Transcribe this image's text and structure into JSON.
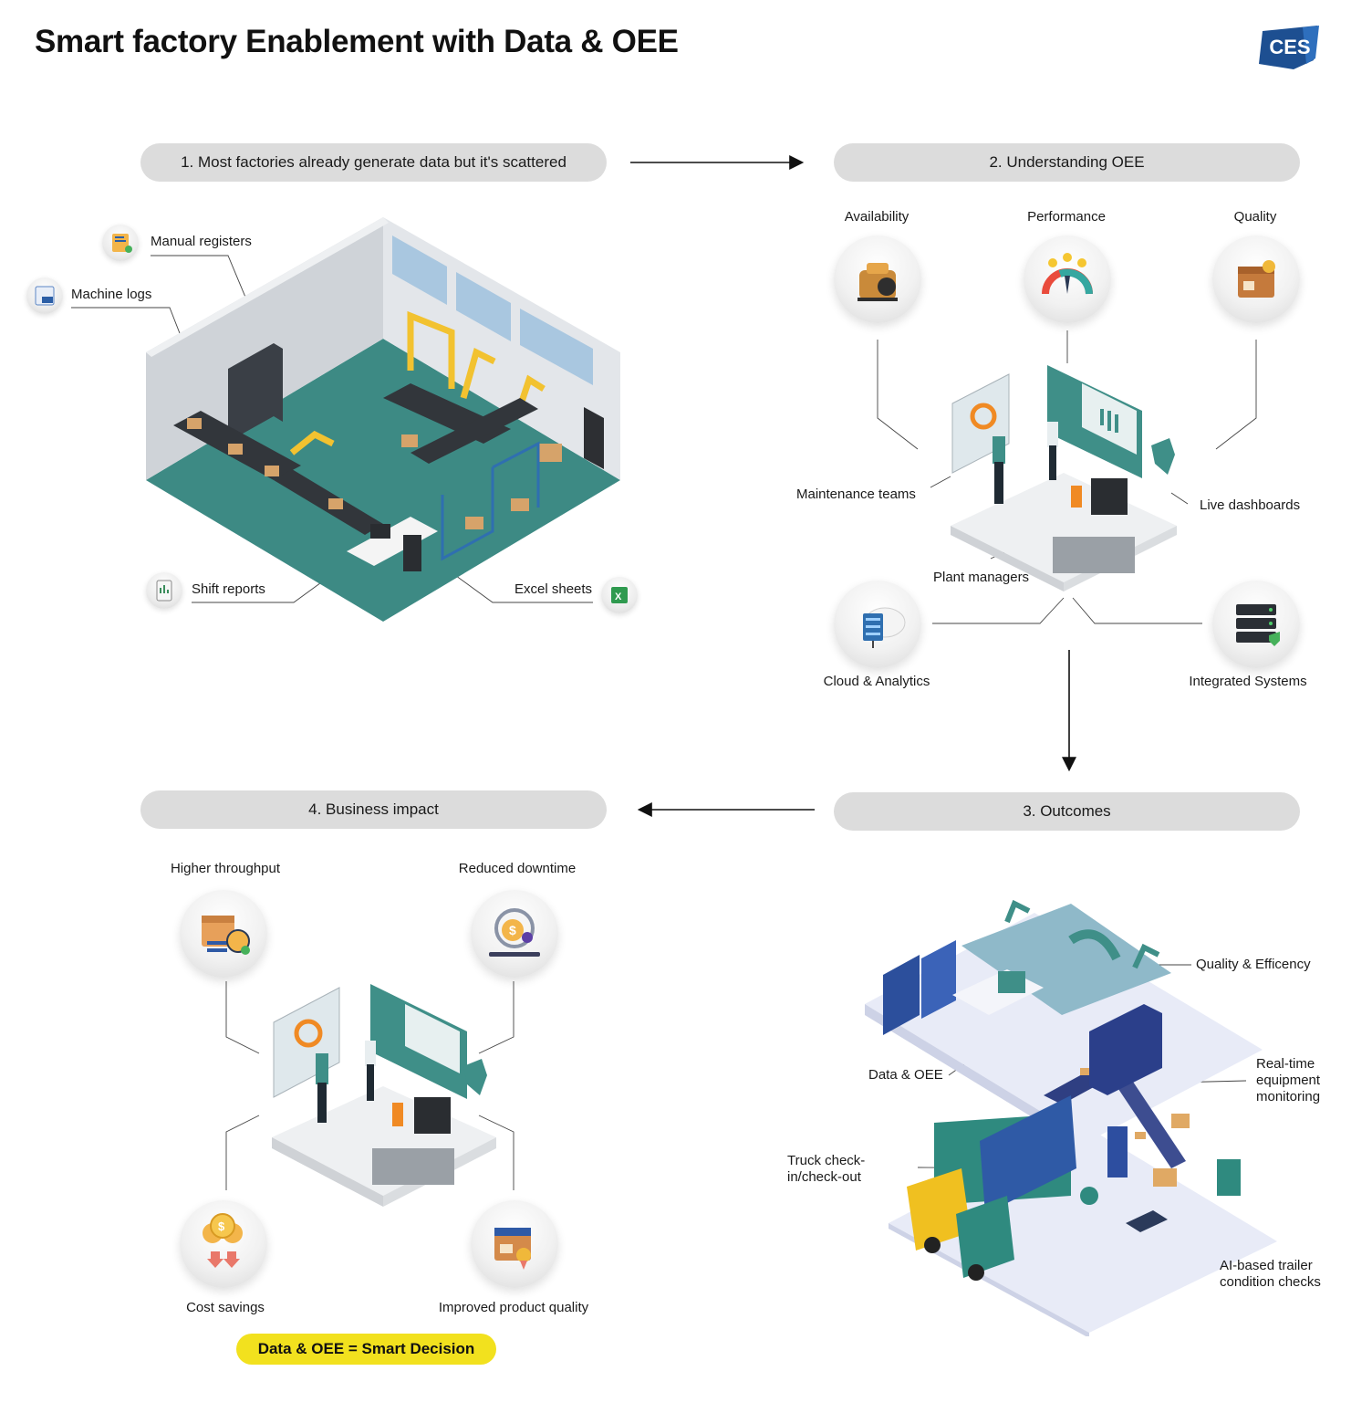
{
  "title": "Smart factory Enablement with Data & OEE",
  "logo": "CES",
  "steps": {
    "s1": "1. Most factories already generate data but it's scattered",
    "s2": "2. Understanding OEE",
    "s3": "3. Outcomes",
    "s4": "4. Business impact"
  },
  "sources": {
    "manual": "Manual registers",
    "machine": "Machine logs",
    "shift": "Shift reports",
    "excel": "Excel sheets"
  },
  "oee": {
    "availability": "Availability",
    "performance": "Performance",
    "quality": "Quality",
    "maintenance": "Maintenance teams",
    "live": "Live dashboards",
    "plant": "Plant managers",
    "cloud": "Cloud & Analytics",
    "integrated": "Integrated Systems"
  },
  "outcomes": {
    "quality_eff": "Quality & Efficency",
    "data_oee": "Data & OEE",
    "realtime": "Real-time equipment monitoring",
    "truck": "Truck check-in/check-out",
    "ai": "AI-based trailer condition checks"
  },
  "impact": {
    "throughput": "Higher throughput",
    "downtime": "Reduced downtime",
    "cost": "Cost savings",
    "product_quality": "Improved product quality"
  },
  "badge": "Data & OEE = Smart Decision",
  "colors": {
    "pill": "#dcdcdc",
    "badge": "#f2e11e",
    "teal": "#3f8f88",
    "brand": "#1d4f91"
  }
}
